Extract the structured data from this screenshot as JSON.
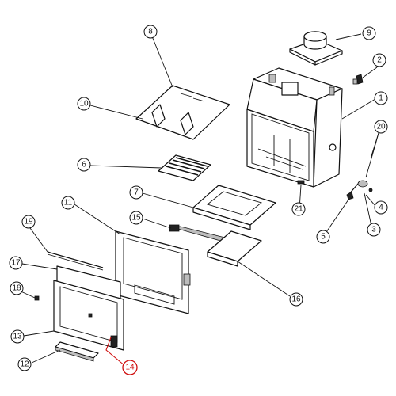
{
  "diagram": {
    "callouts": [
      {
        "id": "c1",
        "label": "1"
      },
      {
        "id": "c2",
        "label": "2"
      },
      {
        "id": "c3",
        "label": "3"
      },
      {
        "id": "c4",
        "label": "4"
      },
      {
        "id": "c5",
        "label": "5"
      },
      {
        "id": "c6",
        "label": "6"
      },
      {
        "id": "c7",
        "label": "7"
      },
      {
        "id": "c8",
        "label": "8"
      },
      {
        "id": "c9",
        "label": "9"
      },
      {
        "id": "c10",
        "label": "10"
      },
      {
        "id": "c11",
        "label": "11"
      },
      {
        "id": "c12",
        "label": "12"
      },
      {
        "id": "c13",
        "label": "13"
      },
      {
        "id": "c14",
        "label": "14",
        "highlighted": true
      },
      {
        "id": "c15",
        "label": "15"
      },
      {
        "id": "c16",
        "label": "16"
      },
      {
        "id": "c17",
        "label": "17"
      },
      {
        "id": "c18",
        "label": "18"
      },
      {
        "id": "c19",
        "label": "19"
      },
      {
        "id": "c20",
        "label": "20"
      },
      {
        "id": "c21",
        "label": "21"
      }
    ],
    "highlight_color": "#d01010",
    "line_color": "#111111"
  }
}
